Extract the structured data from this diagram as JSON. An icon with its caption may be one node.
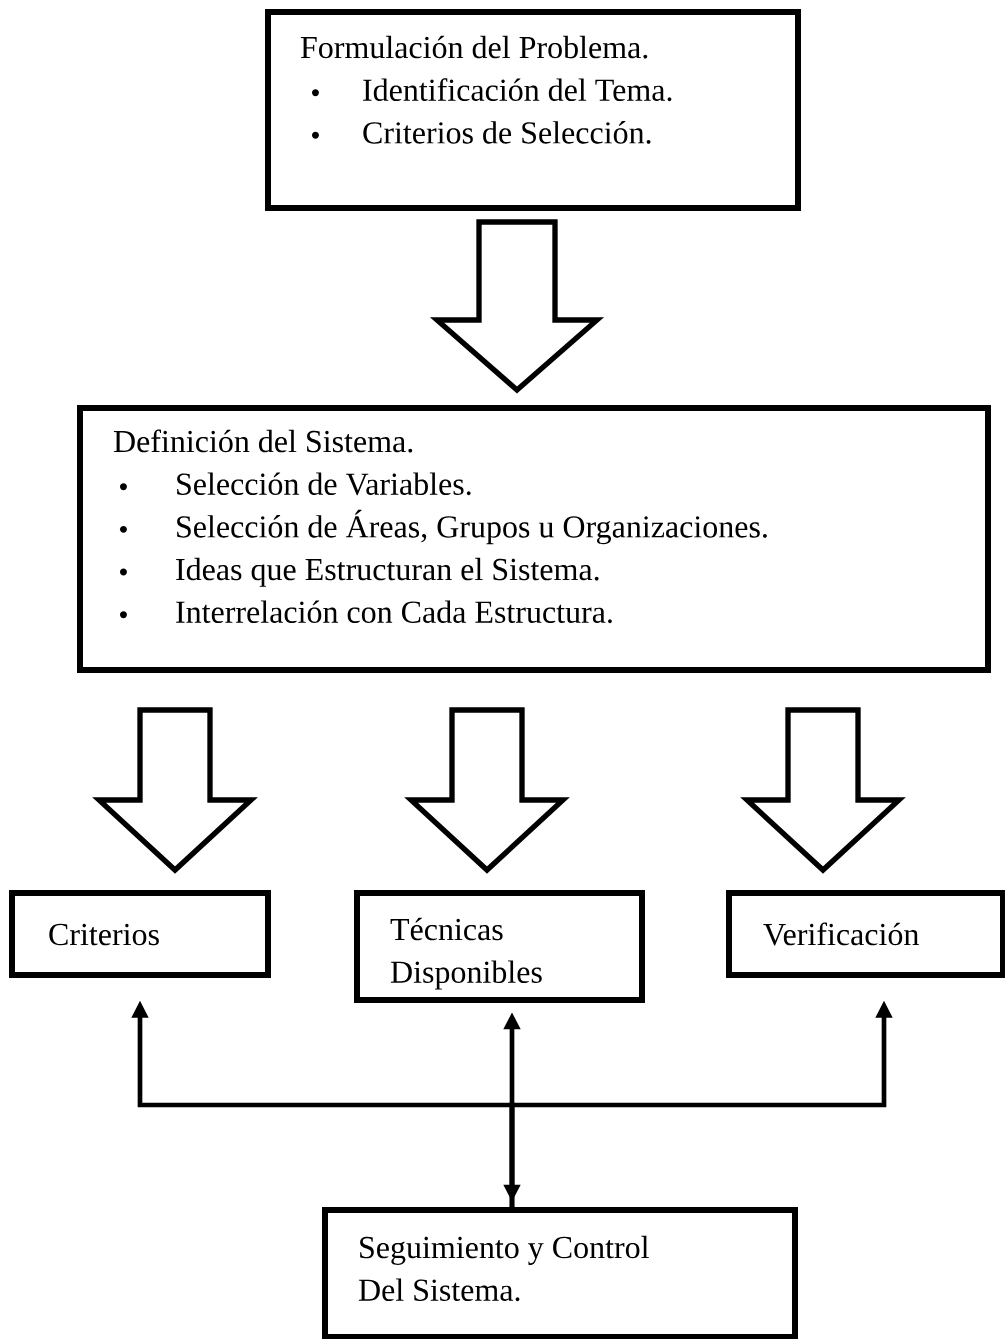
{
  "diagram": {
    "nodes": [
      {
        "text": [
          "Formulación del Problema.",
          "Identificación del Tema.",
          "Criterios de Selección."
        ]
      },
      {
        "text": [
          "Definición del Sistema.",
          "Selección de Variables.",
          "Selección de Áreas, Grupos u Organizaciones.",
          "Ideas que Estructuran el Sistema.",
          "Interrelación con Cada Estructura."
        ]
      },
      {
        "text": [
          "Criterios"
        ]
      },
      {
        "text": [
          "Técnicas Disponibles"
        ]
      },
      {
        "text": [
          "Verificación"
        ]
      },
      {
        "text": [
          "Seguimiento y Control Del Sistema."
        ]
      }
    ],
    "edges": [
      {
        "from": 0,
        "to": 1,
        "arrow": "to",
        "style": "thick"
      },
      {
        "from": 1,
        "to": 2,
        "arrow": "to",
        "style": "thick"
      },
      {
        "from": 1,
        "to": 3,
        "arrow": "to",
        "style": "thick"
      },
      {
        "from": 1,
        "to": 4,
        "arrow": "to",
        "style": "thick"
      },
      {
        "from": 5,
        "to": 2,
        "arrow": "to"
      },
      {
        "from": 5,
        "to": 3,
        "arrow": "both"
      },
      {
        "from": 5,
        "to": 4,
        "arrow": "to"
      }
    ]
  }
}
